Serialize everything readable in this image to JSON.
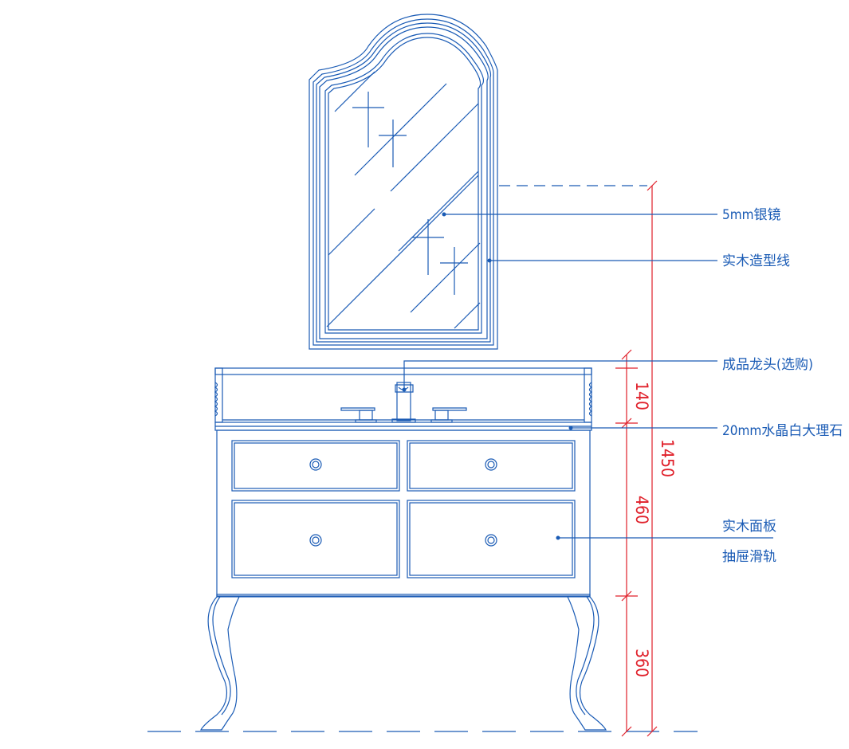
{
  "callouts": {
    "mirror": "5mm银镜",
    "frame": "实木造型线",
    "faucet": "成品龙头(选购)",
    "countertop": "20mm水晶白大理石",
    "panel": "实木面板",
    "slide": "抽屉滑轨"
  },
  "dimensions": {
    "faucet_zone": "140",
    "cabinet_body": "460",
    "leg_height": "360",
    "overall_height": "1450"
  },
  "colors": {
    "drawing_lines": "#1a5bb5",
    "dimension_lines": "#e0202a",
    "background": "#ffffff"
  }
}
